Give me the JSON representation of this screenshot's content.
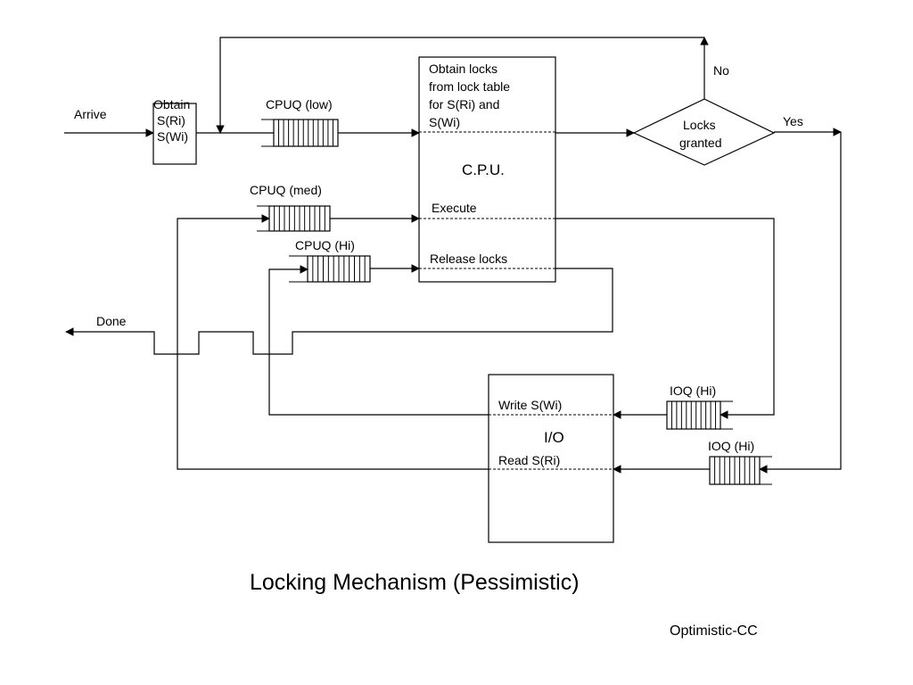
{
  "title": "Locking Mechanism (Pessimistic)",
  "footer": "Optimistic-CC",
  "labels": {
    "arrive": "Arrive",
    "done": "Done",
    "no": "No",
    "yes": "Yes"
  },
  "obtain_box": [
    "Obtain",
    "S(Ri)",
    "S(Wi)"
  ],
  "cpu": {
    "name": "C.P.U.",
    "obtain_locks": [
      "Obtain locks",
      "from lock table",
      "for S(Ri) and",
      "S(Wi)"
    ],
    "execute": "Execute",
    "release_locks": "Release locks"
  },
  "decision": [
    "Locks",
    "granted"
  ],
  "io": {
    "name": "I/O",
    "write": "Write S(Wi)",
    "read": "Read S(Ri)"
  },
  "queues": {
    "cpu_low": "CPUQ (low)",
    "cpu_med": "CPUQ (med)",
    "cpu_hi": "CPUQ (Hi)",
    "io_hi_write": "IOQ (Hi)",
    "io_hi_read": "IOQ (Hi)"
  }
}
